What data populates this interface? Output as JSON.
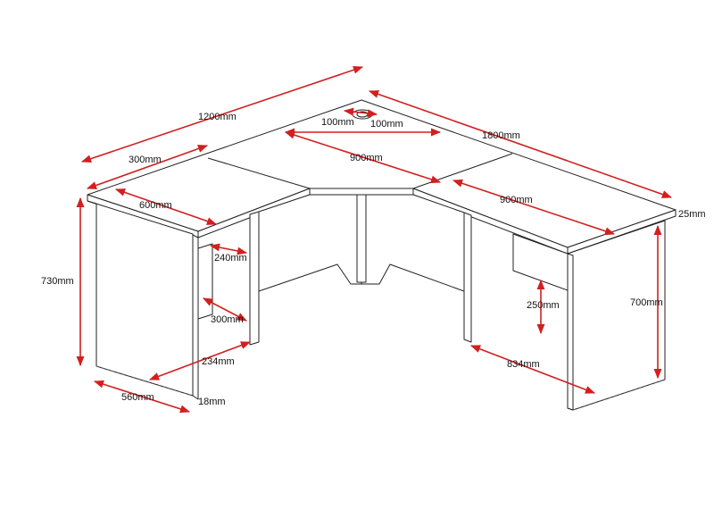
{
  "diagram": {
    "colors": {
      "line": "#222222",
      "dimension": "#d21f1f",
      "background": "#ffffff"
    },
    "dimensions": {
      "total_left": "1200mm",
      "total_right": "1800mm",
      "return_depth_top": "300mm",
      "grommet_left": "100mm",
      "grommet_right": "100mm",
      "corner_span": "900mm",
      "left_depth": "600mm",
      "right_span": "900mm",
      "top_thickness": "25mm",
      "overall_height": "730mm",
      "panel_height": "700mm",
      "modesty_depth": "240mm",
      "leg_gap": "300mm",
      "modesty_height": "250mm",
      "left_leg_width": "234mm",
      "right_leg_width": "834mm",
      "left_base": "560mm",
      "panel_thickness": "18mm"
    }
  }
}
